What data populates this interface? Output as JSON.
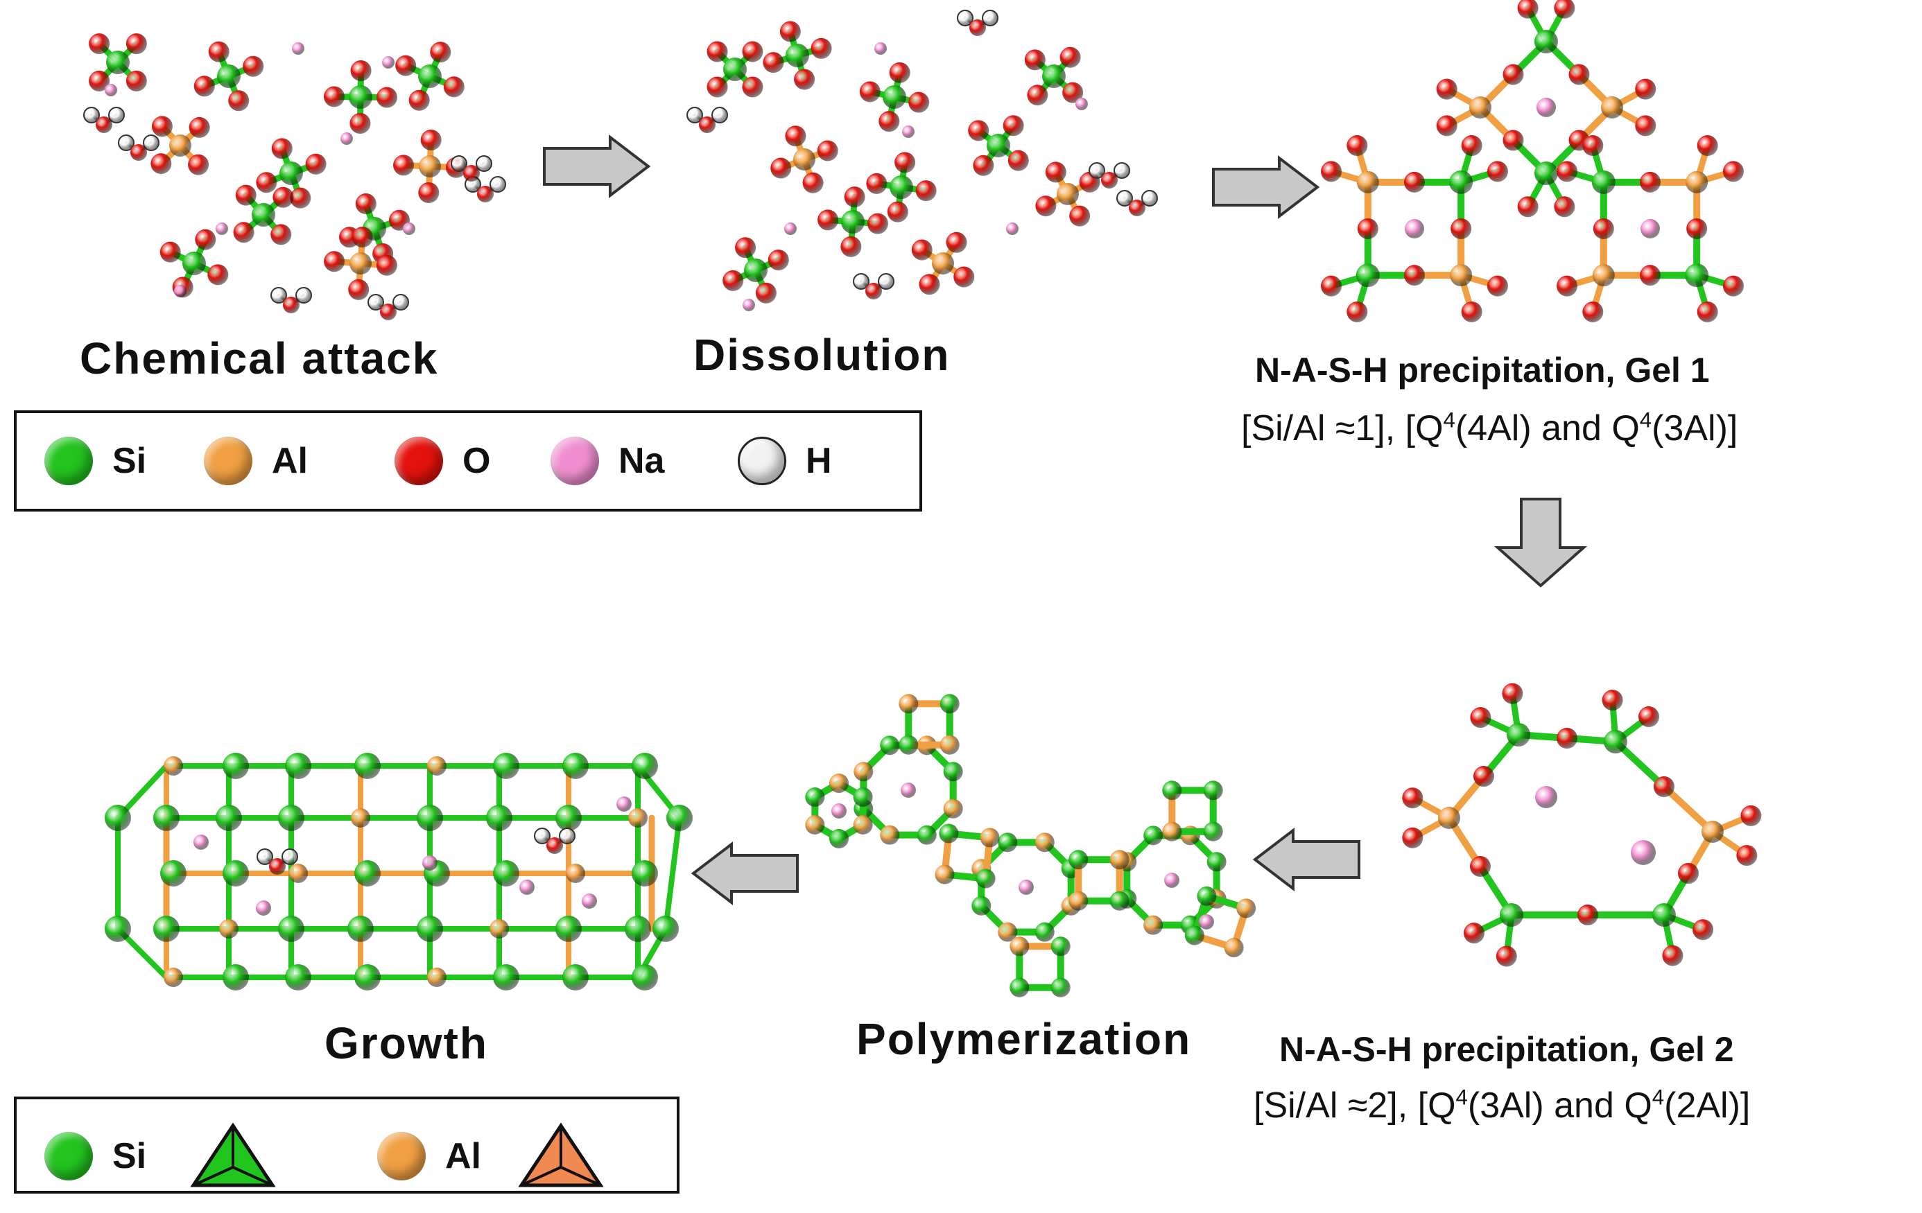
{
  "colors": {
    "si": "#22c41e",
    "al": "#f0a043",
    "o": "#e3120c",
    "na": "#f08fd0",
    "h": "#f2f2f2",
    "arrow": "#c8c8c8"
  },
  "steps": {
    "chemical_attack": "Chemical attack",
    "dissolution": "Dissolution",
    "gel1_title": "N-A-S-H precipitation, Gel 1",
    "gel1_ratio": "[Si/Al ≈1], [Q",
    "gel1_q1": "(4Al) and Q",
    "gel1_q2": "(3Al)]",
    "gel2_title": "N-A-S-H precipitation, Gel 2",
    "gel2_ratio": "[Si/Al ≈2], [Q",
    "gel2_q1": "(3Al) and Q",
    "gel2_q2": "(2Al)]",
    "q_sup": "4",
    "polymerization": "Polymerization",
    "growth": "Growth"
  },
  "legend_atoms": {
    "si": "Si",
    "al": "Al",
    "o": "O",
    "na": "Na",
    "h": "H"
  },
  "legend_tetra": {
    "si": "Si",
    "al": "Al"
  }
}
